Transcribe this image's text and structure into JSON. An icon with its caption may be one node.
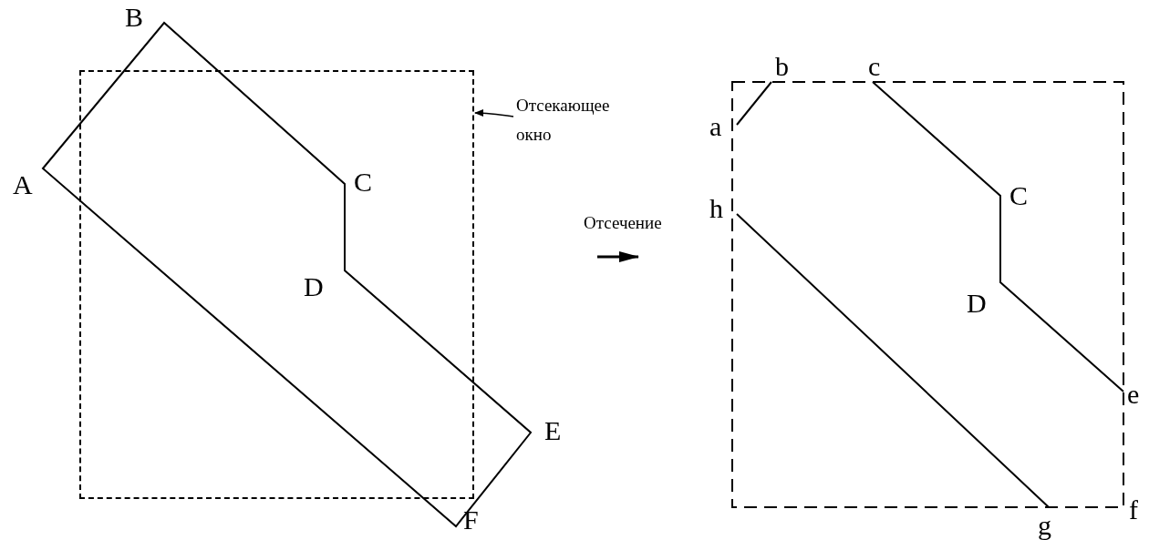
{
  "diagram": {
    "nodes": [
      {
        "text": [
          "Отсекающее окно"
        ]
      },
      {
        "text": [],
        "shape": "box"
      }
    ],
    "edges": [
      {
        "from": 0,
        "to": 1,
        "arrow": "to"
      }
    ],
    "labels": [
      "B",
      "A",
      "C",
      "D",
      "E",
      "F",
      "b",
      "c",
      "a",
      "C",
      "h",
      "D",
      "e",
      "f",
      "g",
      "Отсечение"
    ]
  }
}
